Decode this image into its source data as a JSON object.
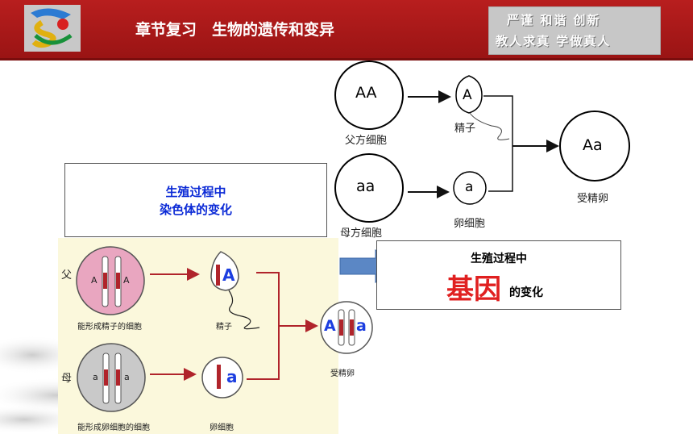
{
  "header": {
    "title": "章节复习　生物的遗传和变异",
    "motto_line1": "严谨 和谐 创新",
    "motto_line2": "教人求真 学做真人"
  },
  "top_diagram": {
    "father_cell": "AA",
    "father_label": "父方细胞",
    "sperm_gene": "A",
    "sperm_label": "精子",
    "mother_cell": "aa",
    "mother_label": "母方细胞",
    "egg_gene": "a",
    "egg_label": "卵细胞",
    "zygote_gene": "Aa",
    "zygote_label": "受精卵"
  },
  "box1": {
    "line1": "生殖过程中",
    "line2": "染色体的变化"
  },
  "box2": {
    "line1": "生殖过程中",
    "highlight": "基因",
    "rest": "的变化"
  },
  "bottom_diagram": {
    "father_tag": "父",
    "mother_tag": "母",
    "chrom_gene_upper": "A",
    "chrom_gene_lower": "a",
    "father_cell_label": "能形成精子的细胞",
    "sperm_label": "精子",
    "mother_cell_label": "能形成卵细胞的细胞",
    "egg_label": "卵细胞",
    "zygote_label": "受精卵"
  },
  "colors": {
    "header_red": "#b81e1e",
    "bottom_panel_bg": "#fbf8dc",
    "father_cell_fill": "#e9a6c0",
    "mother_cell_fill": "#c9c9c9",
    "gene_blue": "#1c3ee0",
    "highlight_red": "#e02020",
    "arrow_red": "#b0242b",
    "arrow_blue": "#5b87c5"
  }
}
